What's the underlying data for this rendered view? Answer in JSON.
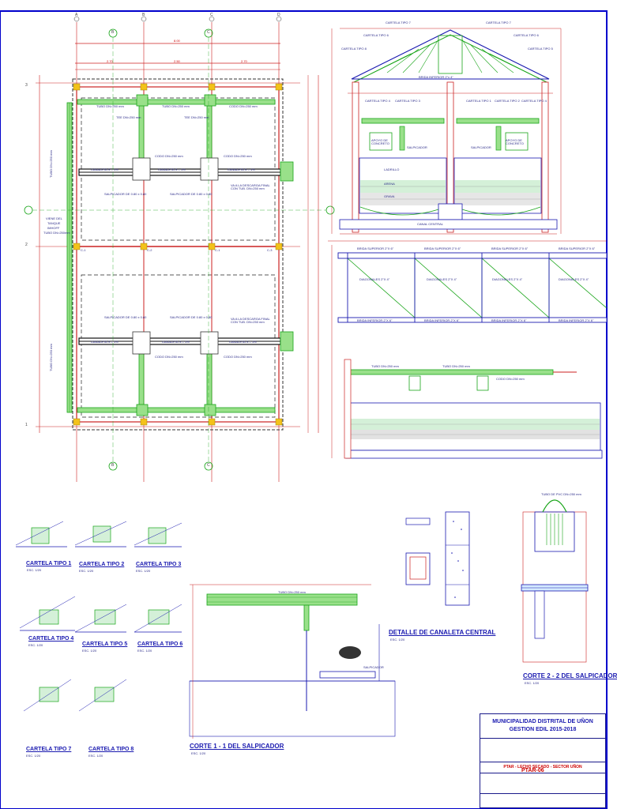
{
  "grid": {
    "columns": [
      "A",
      "B",
      "C",
      "D"
    ],
    "rows": [
      "1",
      "2",
      "3"
    ],
    "axis_tags": [
      "B",
      "C",
      "C",
      "B"
    ],
    "overall_width": "8.00",
    "bay_widths": [
      "2.70",
      "2.50",
      "2.70"
    ]
  },
  "plan": {
    "tube_labels_top": [
      "TUBO DN=250 mm",
      "TUBO DN=250 mm",
      "CODO DN=250 mm"
    ],
    "tee_labels": [
      "TEE DN=250 mm",
      "TEE DN=250 mm"
    ],
    "codo_labels": [
      "CODO DN=250 mm",
      "CODO DN=250 mm",
      "CODO DN=250 mm",
      "CODO DN=250 mm"
    ],
    "canaleta": "CANALETA S = 1%",
    "salpicador": "SALPICADOR DE 0.80 x 0.80",
    "descarga": "VA A LA DESCARGA FINAL CON TUB. DN=250 mm",
    "viene": [
      "VIENE DEL",
      "TANQUE",
      "IMHOFF",
      "TUBO DN=250mm"
    ],
    "tubo_vertical": "TUBO DN=250 mm",
    "tubo_bottom": [
      "TUBO DN=250 mm",
      "TUBO DN=250 mm",
      "CODO DN=250 mm"
    ],
    "column_tags": [
      "C-1",
      "C-2",
      "C-1",
      "C-3"
    ]
  },
  "section_top": {
    "carteles": [
      "CARTELA TIPO 7",
      "CARTELA TIPO 7",
      "CARTELA TIPO 6",
      "CARTELA TIPO 6",
      "CARTELA TIPO 8",
      "CARTELA TIPO 5",
      "CARTELA TIPO 4",
      "CARTELA TIPO 3",
      "CARTELA TIPO 2",
      "CARTELA TIPO 1",
      "CARTELA TIPO 4"
    ],
    "brida": "BRIDA INFERIOR 2\"x 4\"",
    "apoyo": "APOYO DE CONCRETO",
    "salpicador": "SALPICADOR",
    "layers": [
      "LADRILLO",
      "ARENA",
      "GRAVA",
      "CANAL CENTRAL"
    ]
  },
  "section_long": {
    "brida_sup": "BRIDA SUPERIOR 2\"X 6\"",
    "brida_inf": "BRIDA INFERIOR 2\"X 6\"",
    "diagonales": "DIAGONALES 2\"X 4\"",
    "tubo": "TUBO DN=250 mm",
    "codo": "CODO DN=250 mm"
  },
  "details": {
    "cartela_titles": [
      "CARTELA TIPO 1",
      "CARTELA TIPO 2",
      "CARTELA TIPO 3",
      "CARTELA TIPO 4",
      "CARTELA TIPO 5",
      "CARTELA TIPO 6",
      "CARTELA TIPO 7",
      "CARTELA TIPO 8"
    ],
    "scale": "ESC. 1/20",
    "corte1": "CORTE 1 - 1 DEL SALPICADOR",
    "canaleta": "DETALLE DE CANALETA CENTRAL",
    "corte2": "CORTE 2 - 2 DEL SALPICADOR",
    "corte1_tube": "TUBO DN=250 mm",
    "corte2_tube": "TUBO DE PVC DN=250 mm",
    "salpicador_label": "SALPICADOR"
  },
  "title_block": {
    "entity": "MUNICIPALIDAD DISTRITAL DE UÑON",
    "period": "GESTION EDIL 2015-2018",
    "project": "PTAR - LECHO SECADO - SECTOR UÑON",
    "sheet_code": "PTAR-06"
  },
  "colors": {
    "line_blue": "#1a1ab0",
    "pipe_green": "#1aa51a",
    "light_green": "#99e08a",
    "red": "#cc2222",
    "yellow": "#f3c21a",
    "frame": "#0000cc"
  }
}
